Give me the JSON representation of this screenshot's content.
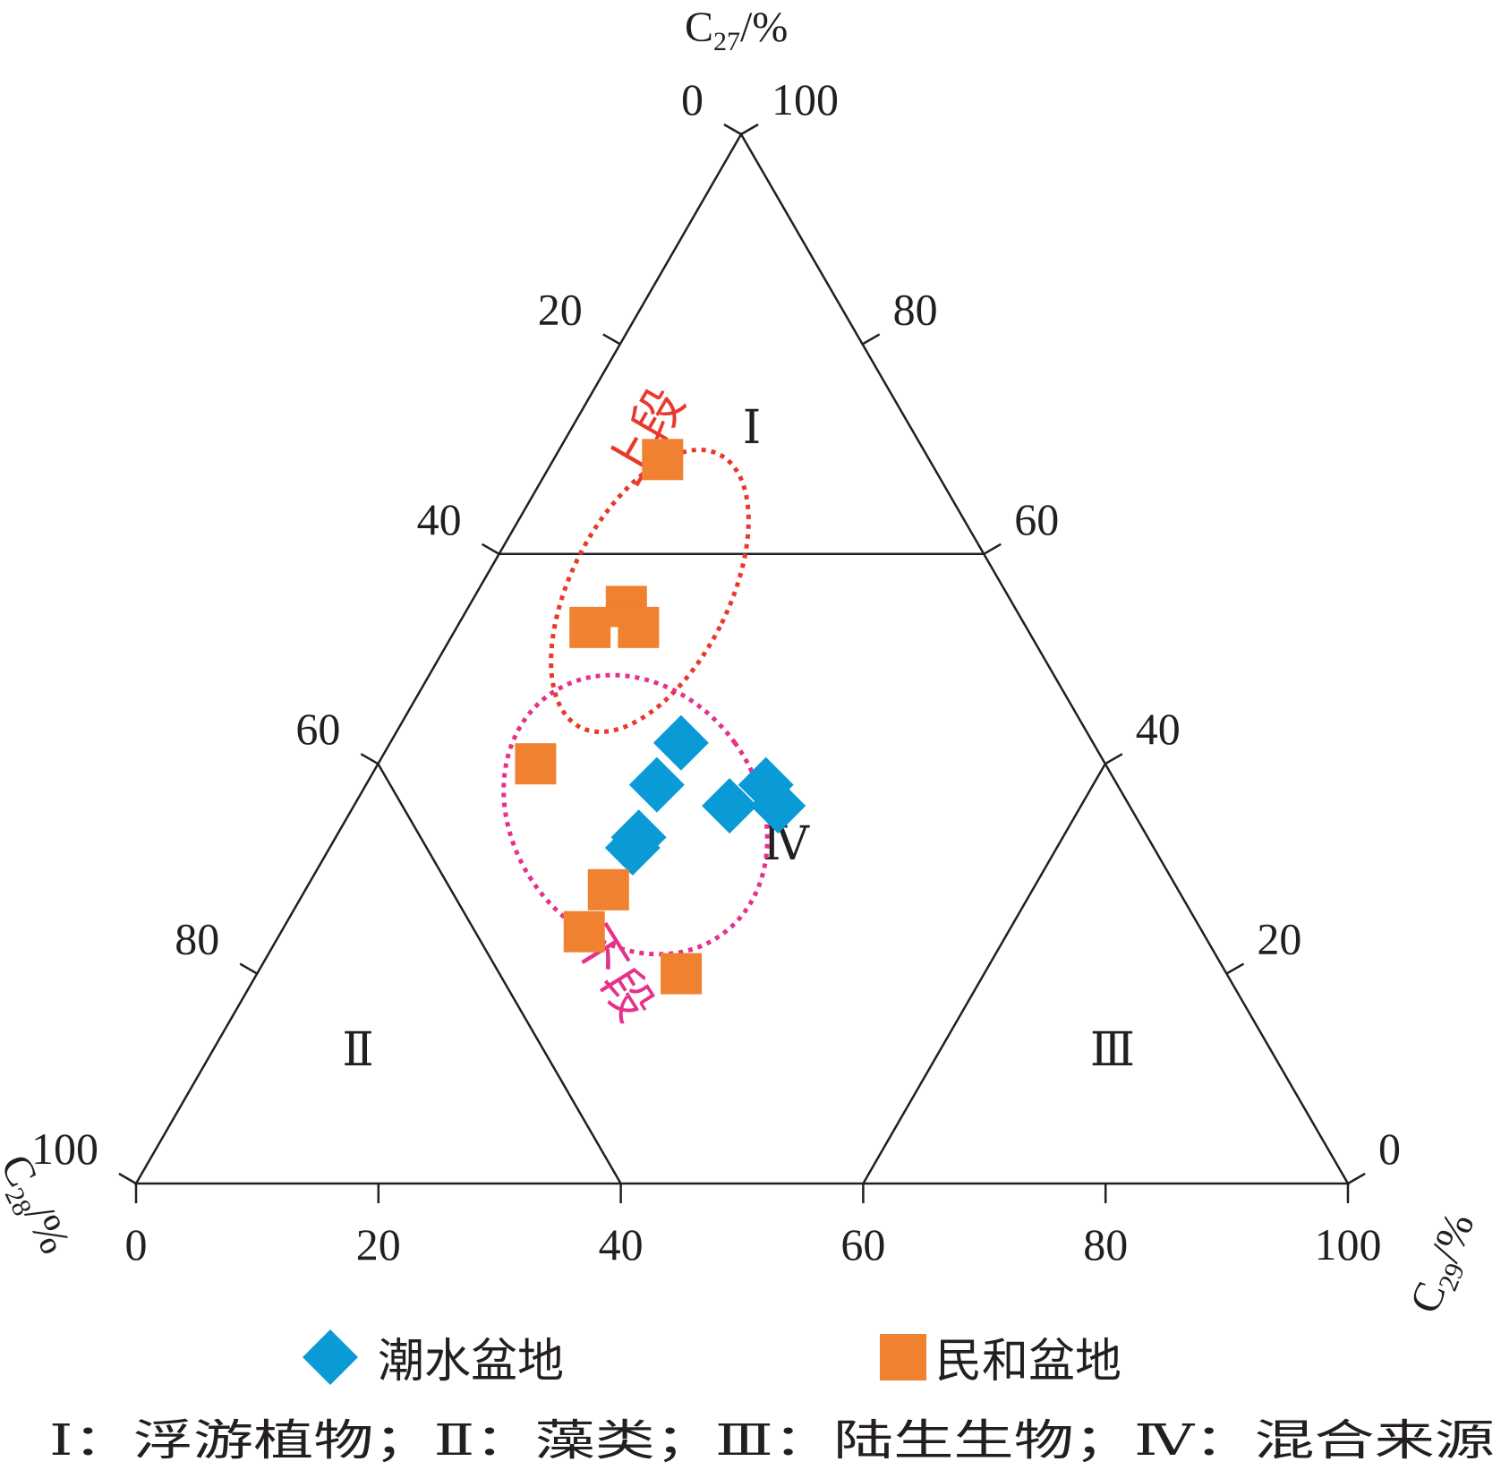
{
  "chart_data": {
    "type": "scatter",
    "subtype": "ternary",
    "axes": {
      "c27": {
        "label_main": "C",
        "label_sub": "27",
        "label_tail": "/%",
        "ticks": [
          "0",
          "20",
          "40",
          "60",
          "80",
          "100"
        ]
      },
      "c28": {
        "label_main": "C",
        "label_sub": "28",
        "label_tail": "/%",
        "ticks": [
          "0",
          "20",
          "40",
          "60",
          "80",
          "100"
        ]
      },
      "c29": {
        "label_main": "C",
        "label_sub": "29",
        "label_tail": "/%",
        "ticks": [
          "0",
          "20",
          "40",
          "60",
          "80",
          "100"
        ]
      }
    },
    "regions": [
      {
        "label": "Ⅰ",
        "boundary": {
          "c27_min": 60
        }
      },
      {
        "label": "Ⅱ",
        "boundary": {
          "c28_min": 60
        }
      },
      {
        "label": "Ⅲ",
        "boundary": {
          "c29_min": 60
        }
      },
      {
        "label": "Ⅳ",
        "boundary": "mixed"
      }
    ],
    "annotations": [
      {
        "text": "上段",
        "color": "#e8392b"
      },
      {
        "text": "下段",
        "color": "#e6318b"
      }
    ],
    "series": [
      {
        "name": "潮水盆地",
        "marker": "diamond",
        "color": "#0a9ad6",
        "points": [
          {
            "c27": 42,
            "c28": 34,
            "c29": 24
          },
          {
            "c27": 38,
            "c28": 38,
            "c29": 24
          },
          {
            "c27": 36,
            "c28": 33,
            "c29": 31
          },
          {
            "c27": 38,
            "c28": 29,
            "c29": 33
          },
          {
            "c27": 36,
            "c28": 29,
            "c29": 35
          },
          {
            "c27": 33,
            "c28": 42,
            "c29": 25
          },
          {
            "c27": 32,
            "c28": 43,
            "c29": 25
          }
        ]
      },
      {
        "name": "民和盆地",
        "marker": "square",
        "color": "#ef8130",
        "points": [
          {
            "c27": 69,
            "c28": 22,
            "c29": 9
          },
          {
            "c27": 55,
            "c28": 32,
            "c29": 13
          },
          {
            "c27": 53,
            "c28": 32,
            "c29": 15
          },
          {
            "c27": 53,
            "c28": 36,
            "c29": 11
          },
          {
            "c27": 40,
            "c28": 47,
            "c29": 13
          },
          {
            "c27": 28,
            "c28": 47,
            "c29": 25
          },
          {
            "c27": 24,
            "c28": 51,
            "c29": 25
          },
          {
            "c27": 20,
            "c28": 45,
            "c29": 35
          }
        ]
      }
    ],
    "legend_position": "bottom",
    "note": "Ⅰ：浮游植物；Ⅱ：藻类；Ⅲ：陆生生物；Ⅳ：混合来源"
  }
}
